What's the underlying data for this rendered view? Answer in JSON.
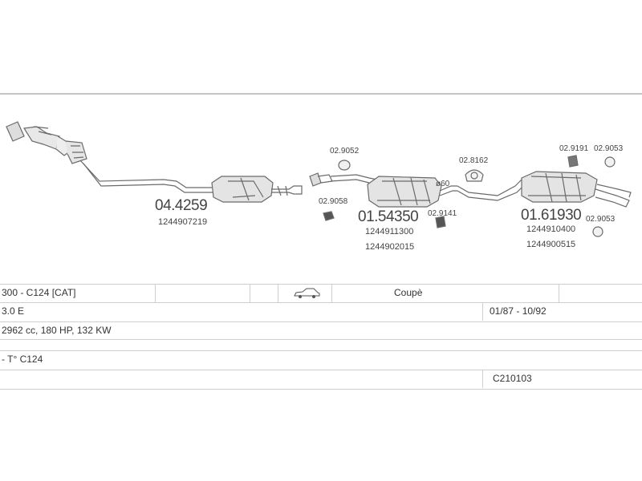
{
  "parts": [
    {
      "id": "front-pipe",
      "number": "04.4259",
      "oem": [
        "1244907219"
      ]
    },
    {
      "id": "middle-muffler",
      "number": "01.54350",
      "oem": [
        "1244911300",
        "1244902015"
      ]
    },
    {
      "id": "rear-muffler",
      "number": "01.61930",
      "oem": [
        "1244910400",
        "1244900515"
      ]
    },
    {
      "id": "clamp-a",
      "number": "02.9052"
    },
    {
      "id": "gasket-a",
      "number": "02.9058"
    },
    {
      "id": "ring-a",
      "number": "02.8162"
    },
    {
      "id": "hanger-a",
      "number": "02.9141"
    },
    {
      "id": "hanger-b",
      "number": "02.9191"
    },
    {
      "id": "hanger-c",
      "number": "02.9053"
    },
    {
      "id": "hanger-d",
      "number": "02.9053"
    }
  ],
  "diameter_label": "ø60",
  "table": {
    "model": "300 - C124  [CAT]",
    "body": "Coupè",
    "engine": "3.0 E",
    "years": "01/87 - 10/92",
    "specs": "2962 cc, 180 HP, 132 KW",
    "type": "- T° C124",
    "code": "C210103",
    "car_icon": "car-icon"
  }
}
